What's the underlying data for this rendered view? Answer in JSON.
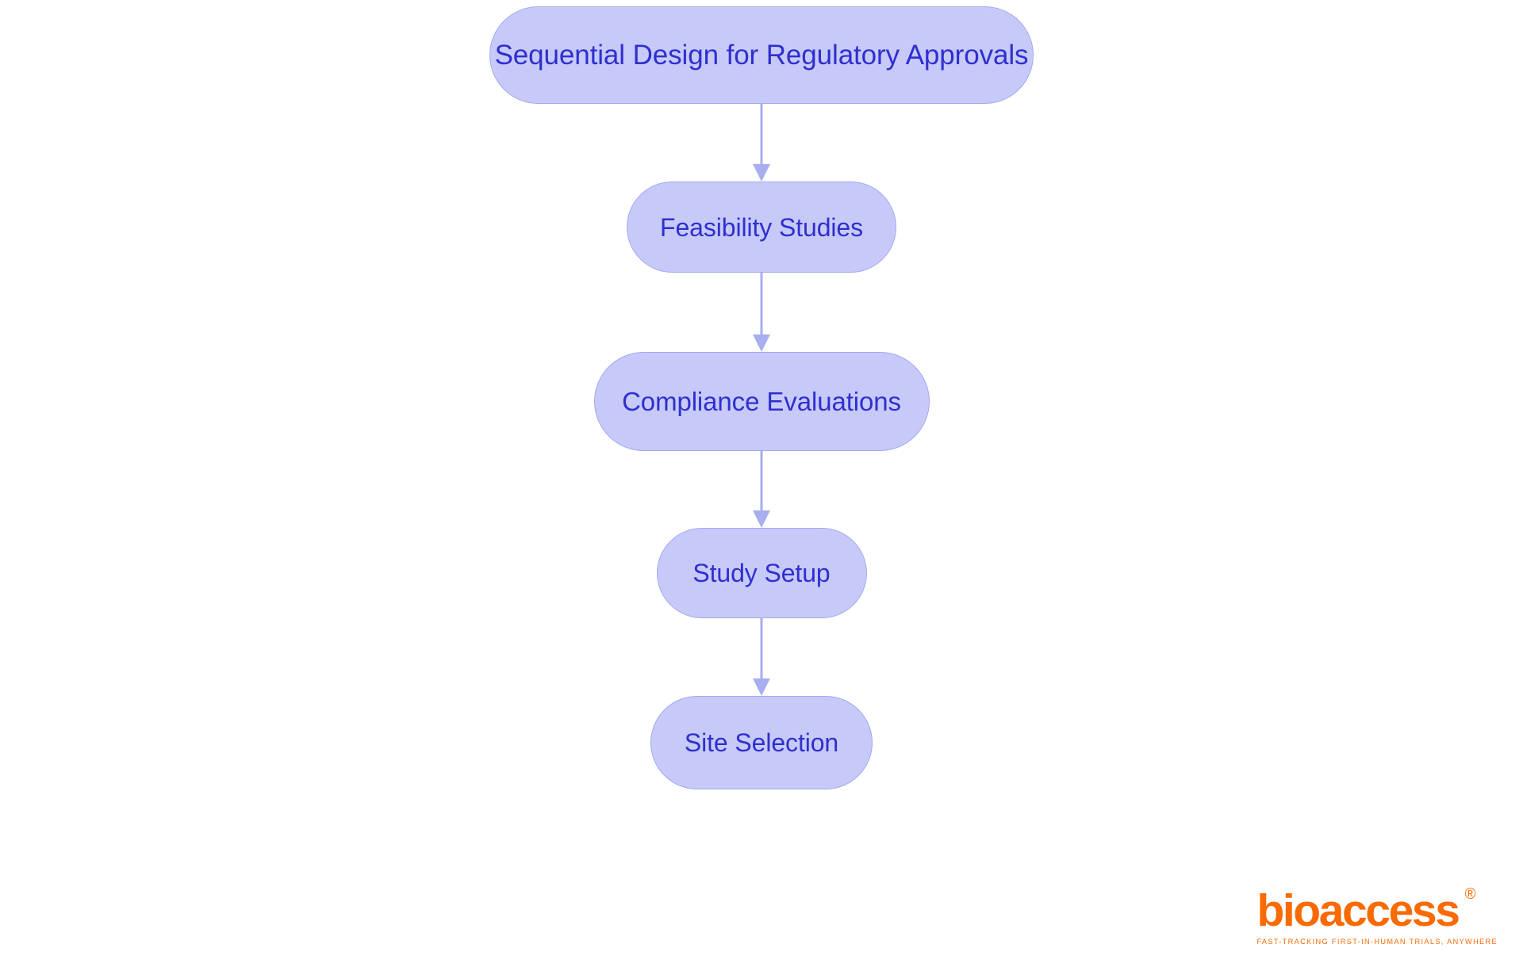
{
  "diagram": {
    "type": "flowchart",
    "orientation": "vertical-top-down",
    "background_color": "#ffffff",
    "node_fill_color": "#c7caf9",
    "node_border_color": "#a3a9ee",
    "node_text_color": "#2f2fd0",
    "connector_color": "#a8aef0",
    "nodes": [
      {
        "id": "node-0",
        "label": "Sequential Design for Regulatory Approvals"
      },
      {
        "id": "node-1",
        "label": "Feasibility Studies"
      },
      {
        "id": "node-2",
        "label": "Compliance Evaluations"
      },
      {
        "id": "node-3",
        "label": "Study Setup"
      },
      {
        "id": "node-4",
        "label": "Site Selection"
      }
    ],
    "connectors": [
      {
        "from": "node-0",
        "to": "node-1",
        "style": "arrow-down"
      },
      {
        "from": "node-1",
        "to": "node-2",
        "style": "arrow-down"
      },
      {
        "from": "node-2",
        "to": "node-3",
        "style": "arrow-down"
      },
      {
        "from": "node-3",
        "to": "node-4",
        "style": "arrow-down"
      }
    ]
  },
  "logo": {
    "wordmark": "bioaccess",
    "registered_mark": "®",
    "tagline": "FAST-TRACKING FIRST-IN-HUMAN TRIALS, ANYWHERE",
    "color": "#fa6a02"
  }
}
